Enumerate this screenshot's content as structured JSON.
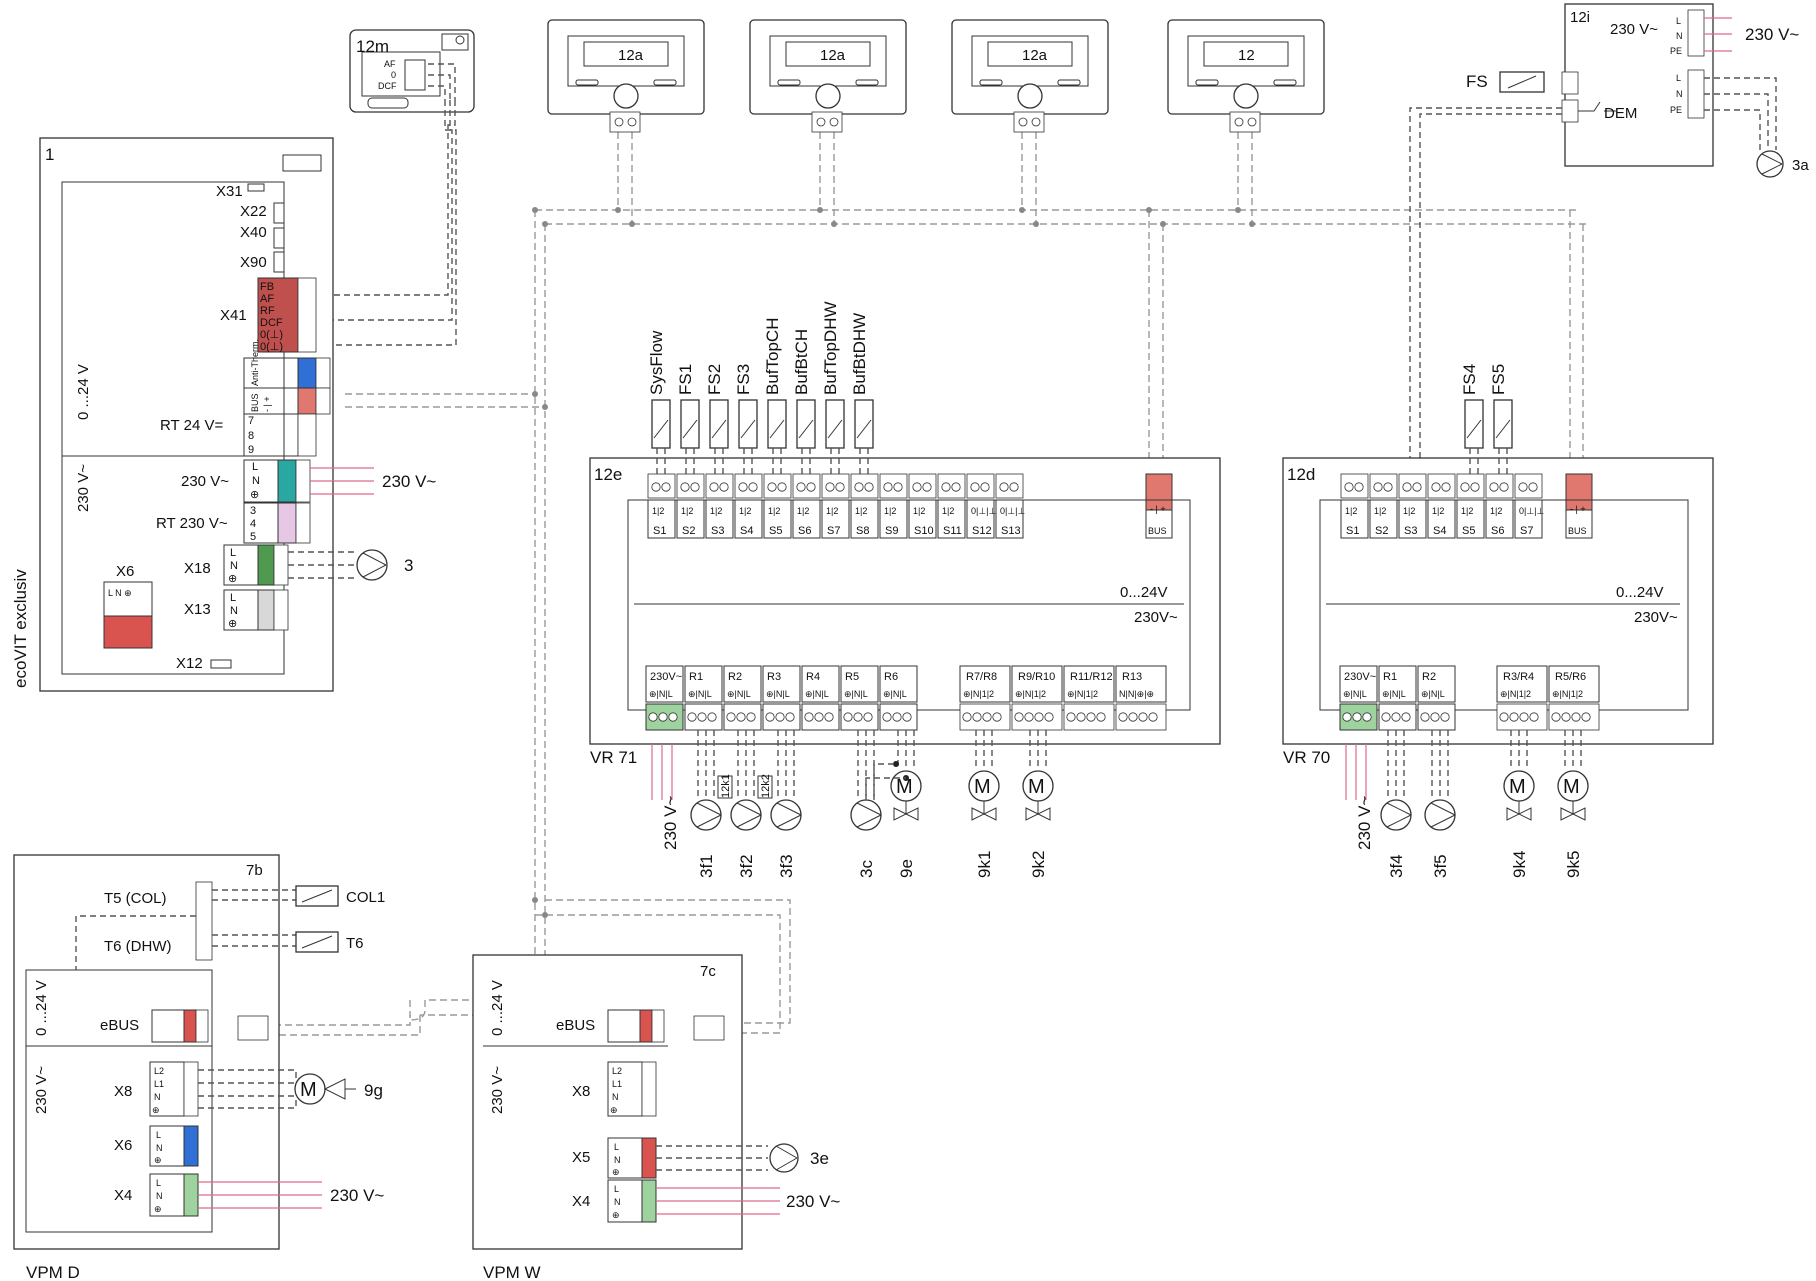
{
  "colors": {
    "red": "#d9534f",
    "dark_red": "#c0504d",
    "blue": "#2f6fd6",
    "teal": "#2aa7a0",
    "lilac": "#e6c7e6",
    "green": "#4f9a4f",
    "light_green": "#9ed29e",
    "salmon": "#e0786f",
    "wire_pink": "#e06a8a",
    "bus_gray": "#9a9a9a"
  },
  "icons": [
    "sensor-icon",
    "pump-icon",
    "motor-valve-icon",
    "controller-display-icon",
    "thermostat-icon"
  ],
  "boiler": {
    "id": "1",
    "name": "ecoVIT exclusiv",
    "connectors": [
      "X31",
      "X22",
      "X40",
      "X90",
      "X41",
      "RT 24 V=",
      "230 V~",
      "RT 230 V~",
      "X18",
      "X13",
      "X12",
      "X6"
    ],
    "x41_pins": [
      "FB",
      "AF",
      "RF",
      "DCF",
      "0(⊥)",
      "0(⊥)"
    ],
    "antitherm_label": "Anti-Therm.",
    "bus_label": "BUS",
    "bus_pins": "- | +",
    "rt24_pins": [
      "7",
      "8",
      "9"
    ],
    "rt230_pins": [
      "3",
      "4",
      "5"
    ],
    "lne_pins": [
      "L",
      "N",
      "⊕"
    ],
    "x6_pins": "L  N ⊕",
    "zone_low": "0 ...24 V",
    "zone_high": "230 V~",
    "mains_label": "230 V~",
    "pump": "3"
  },
  "remote": {
    "id": "12m",
    "pins": [
      "AF",
      "0",
      "DCF"
    ]
  },
  "controllers": [
    "12a",
    "12a",
    "12a",
    "12"
  ],
  "interface": {
    "id": "12i",
    "mains": "230 V~",
    "pins_top": [
      "L",
      "N",
      "PE"
    ],
    "pins_bottom": [
      "L",
      "N",
      "PE"
    ],
    "fs": "FS",
    "dem": "DEM",
    "pump": "3a"
  },
  "vr71": {
    "id": "12e",
    "name": "VR 71",
    "sensors": [
      "SysFlow",
      "FS1",
      "FS2",
      "FS3",
      "BufTopCH",
      "BufBtCH",
      "BufTopDHW",
      "BufBtDHW"
    ],
    "inputs": [
      "S1",
      "S2",
      "S3",
      "S4",
      "S5",
      "S6",
      "S7",
      "S8",
      "S9",
      "S10",
      "S11",
      "S12",
      "S13"
    ],
    "input_pins": "1|2",
    "input_pins_special": "0|⊥|⊥",
    "bus_label": "BUS",
    "bus_pins": "- | +",
    "low_label": "0...24V",
    "high_label": "230V~",
    "relays": [
      "230V~",
      "R1",
      "R2",
      "R3",
      "R4",
      "R5",
      "R6"
    ],
    "relays_mixer": [
      "R7/R8",
      "R9/R10",
      "R11/R12",
      "R13"
    ],
    "relay_pins": "⊕|N|L",
    "mixer_pins": "⊕|N|1|2",
    "r13_pins": "N|N|⊕|⊕",
    "mains_label": "230 V~",
    "components": [
      "3f1",
      "3f2",
      "3f3",
      "3c",
      "9e",
      "9k1",
      "9k2"
    ],
    "relay_aux": [
      "12k1",
      "12k2"
    ]
  },
  "vr70": {
    "id": "12d",
    "name": "VR 70",
    "sensors": [
      "FS4",
      "FS5"
    ],
    "inputs": [
      "S1",
      "S2",
      "S3",
      "S4",
      "S5",
      "S6",
      "S7"
    ],
    "input_pins": "1|2",
    "input_pins_special": "0|⊥|⊥",
    "bus_label": "BUS",
    "bus_pins": "- | +",
    "low_label": "0...24V",
    "high_label": "230V~",
    "relays": [
      "230V~",
      "R1",
      "R2"
    ],
    "relays_mixer": [
      "R3/R4",
      "R5/R6"
    ],
    "relay_pins": "⊕|N|L",
    "mixer_pins": "⊕|N|1|2",
    "mains_label": "230 V~",
    "components": [
      "3f4",
      "3f5",
      "9k4",
      "9k5"
    ]
  },
  "vpm_d": {
    "id": "7b",
    "name": "VPM D",
    "sensor_inputs": [
      "T5 (COL)",
      "T6 (DHW)"
    ],
    "sensors": [
      "COL1",
      "T6"
    ],
    "ebus": "eBUS",
    "connectors": [
      "X8",
      "X6",
      "X4"
    ],
    "x8_pins": [
      "L2",
      "L1",
      "N",
      "⊕"
    ],
    "lne_pins": [
      "L",
      "N",
      "⊕"
    ],
    "zone_low": "0 ...24 V",
    "zone_high": "230 V~",
    "mains_label": "230 V~",
    "valve": "9g"
  },
  "vpm_w": {
    "id": "7c",
    "name": "VPM W",
    "ebus": "eBUS",
    "connectors": [
      "X8",
      "X5",
      "X4"
    ],
    "x8_pins": [
      "L2",
      "L1",
      "N",
      "⊕"
    ],
    "lne_pins": [
      "L",
      "N",
      "⊕"
    ],
    "zone_low": "0 ...24 V",
    "zone_high": "230 V~",
    "mains_label": "230 V~",
    "pump": "3e"
  }
}
